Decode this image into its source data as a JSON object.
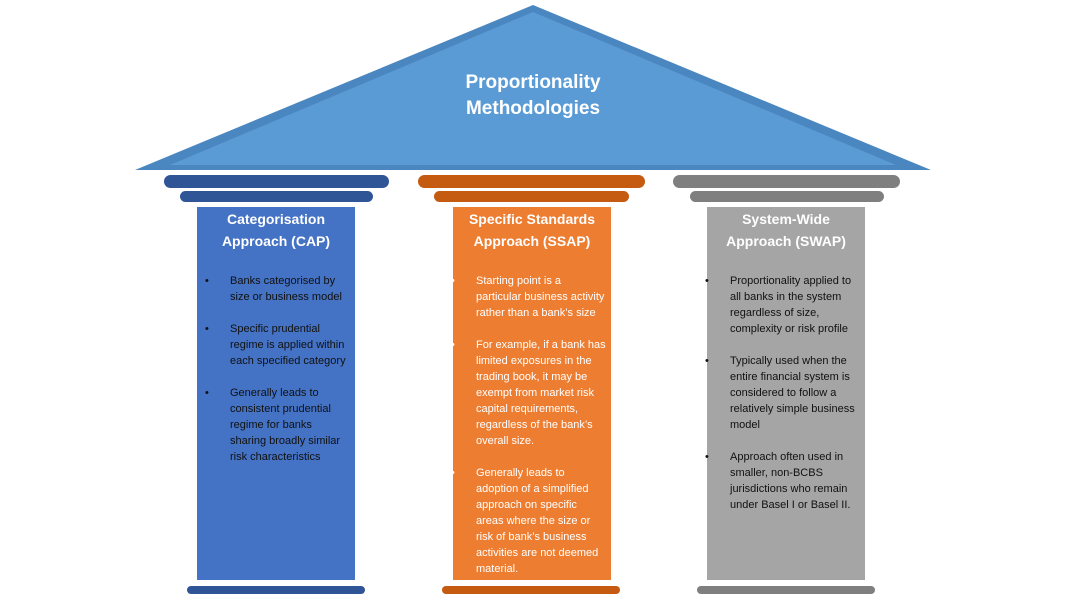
{
  "title": {
    "line1": "Proportionality",
    "line2": "Methodologies"
  },
  "colors": {
    "roof": "#5b9bd5",
    "roof_edge": "#4a86bf",
    "cap": "#4472c4",
    "cap_bar": "#2f5597",
    "ssap": "#ed7d31",
    "ssap_bar": "#c55a11",
    "swap": "#a5a5a5",
    "swap_bar": "#7f7f7f"
  },
  "pillars": [
    {
      "title_line1": "Categorisation",
      "title_line2": "Approach  (CAP)",
      "points": [
        "Banks categorised by size or business model",
        "Specific prudential regime is applied within each specified category",
        "Generally leads to consistent prudential regime for banks sharing broadly similar risk characteristics"
      ]
    },
    {
      "title_line1": "Specific Standards",
      "title_line2": "Approach  (SSAP)",
      "points": [
        "Starting point is a particular business activity rather than a bank’s size",
        "For example, if a bank has limited exposures in the trading book, it may be exempt from market risk capital requirements, regardless of the bank’s overall size.",
        "Generally leads to adoption of a simplified approach  on specific areas where the size or risk of bank’s business activities are not deemed material."
      ]
    },
    {
      "title_line1": "System-Wide",
      "title_line2": "Approach  (SWAP)",
      "points": [
        "Proportionality applied to all banks in the system regardless of size, complexity or risk profile",
        "Typically used when the entire financial system is considered to follow a relatively simple business model",
        "Approach often used in smaller, non-BCBS jurisdictions who remain under  Basel I or Basel II."
      ]
    }
  ]
}
